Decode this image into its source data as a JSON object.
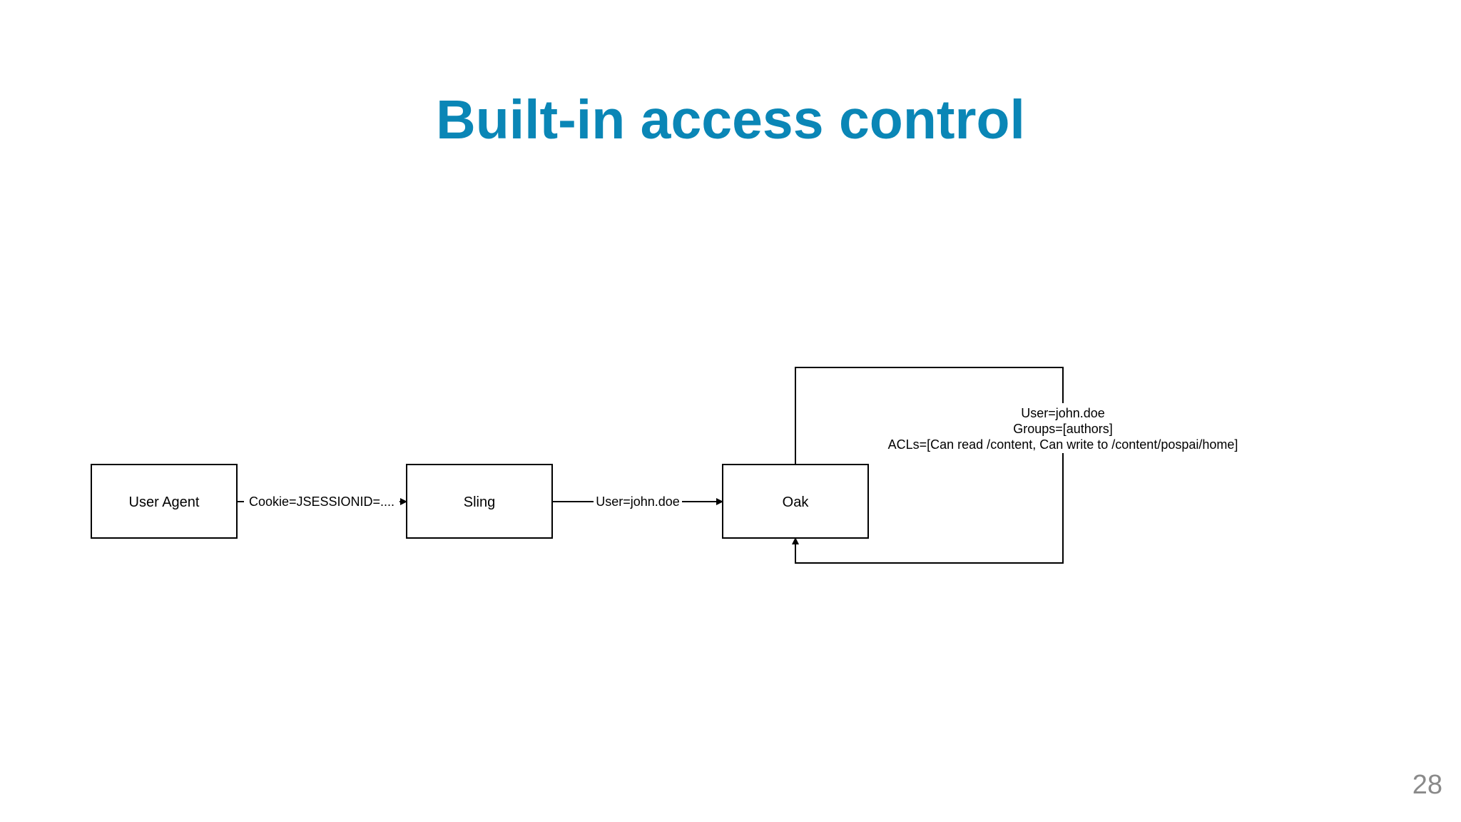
{
  "slide": {
    "title": "Built-in access control",
    "page_number": "28"
  },
  "diagram": {
    "nodes": {
      "user_agent": "User Agent",
      "sling": "Sling",
      "oak": "Oak"
    },
    "edges": {
      "user_agent_to_sling": "Cookie=JSESSIONID=....",
      "sling_to_oak": "User=john.doe",
      "oak_self_loop": [
        "User=john.doe",
        "Groups=[authors]",
        "ACLs=[Can read /content, Can write to /content/pospai/home]"
      ]
    }
  }
}
